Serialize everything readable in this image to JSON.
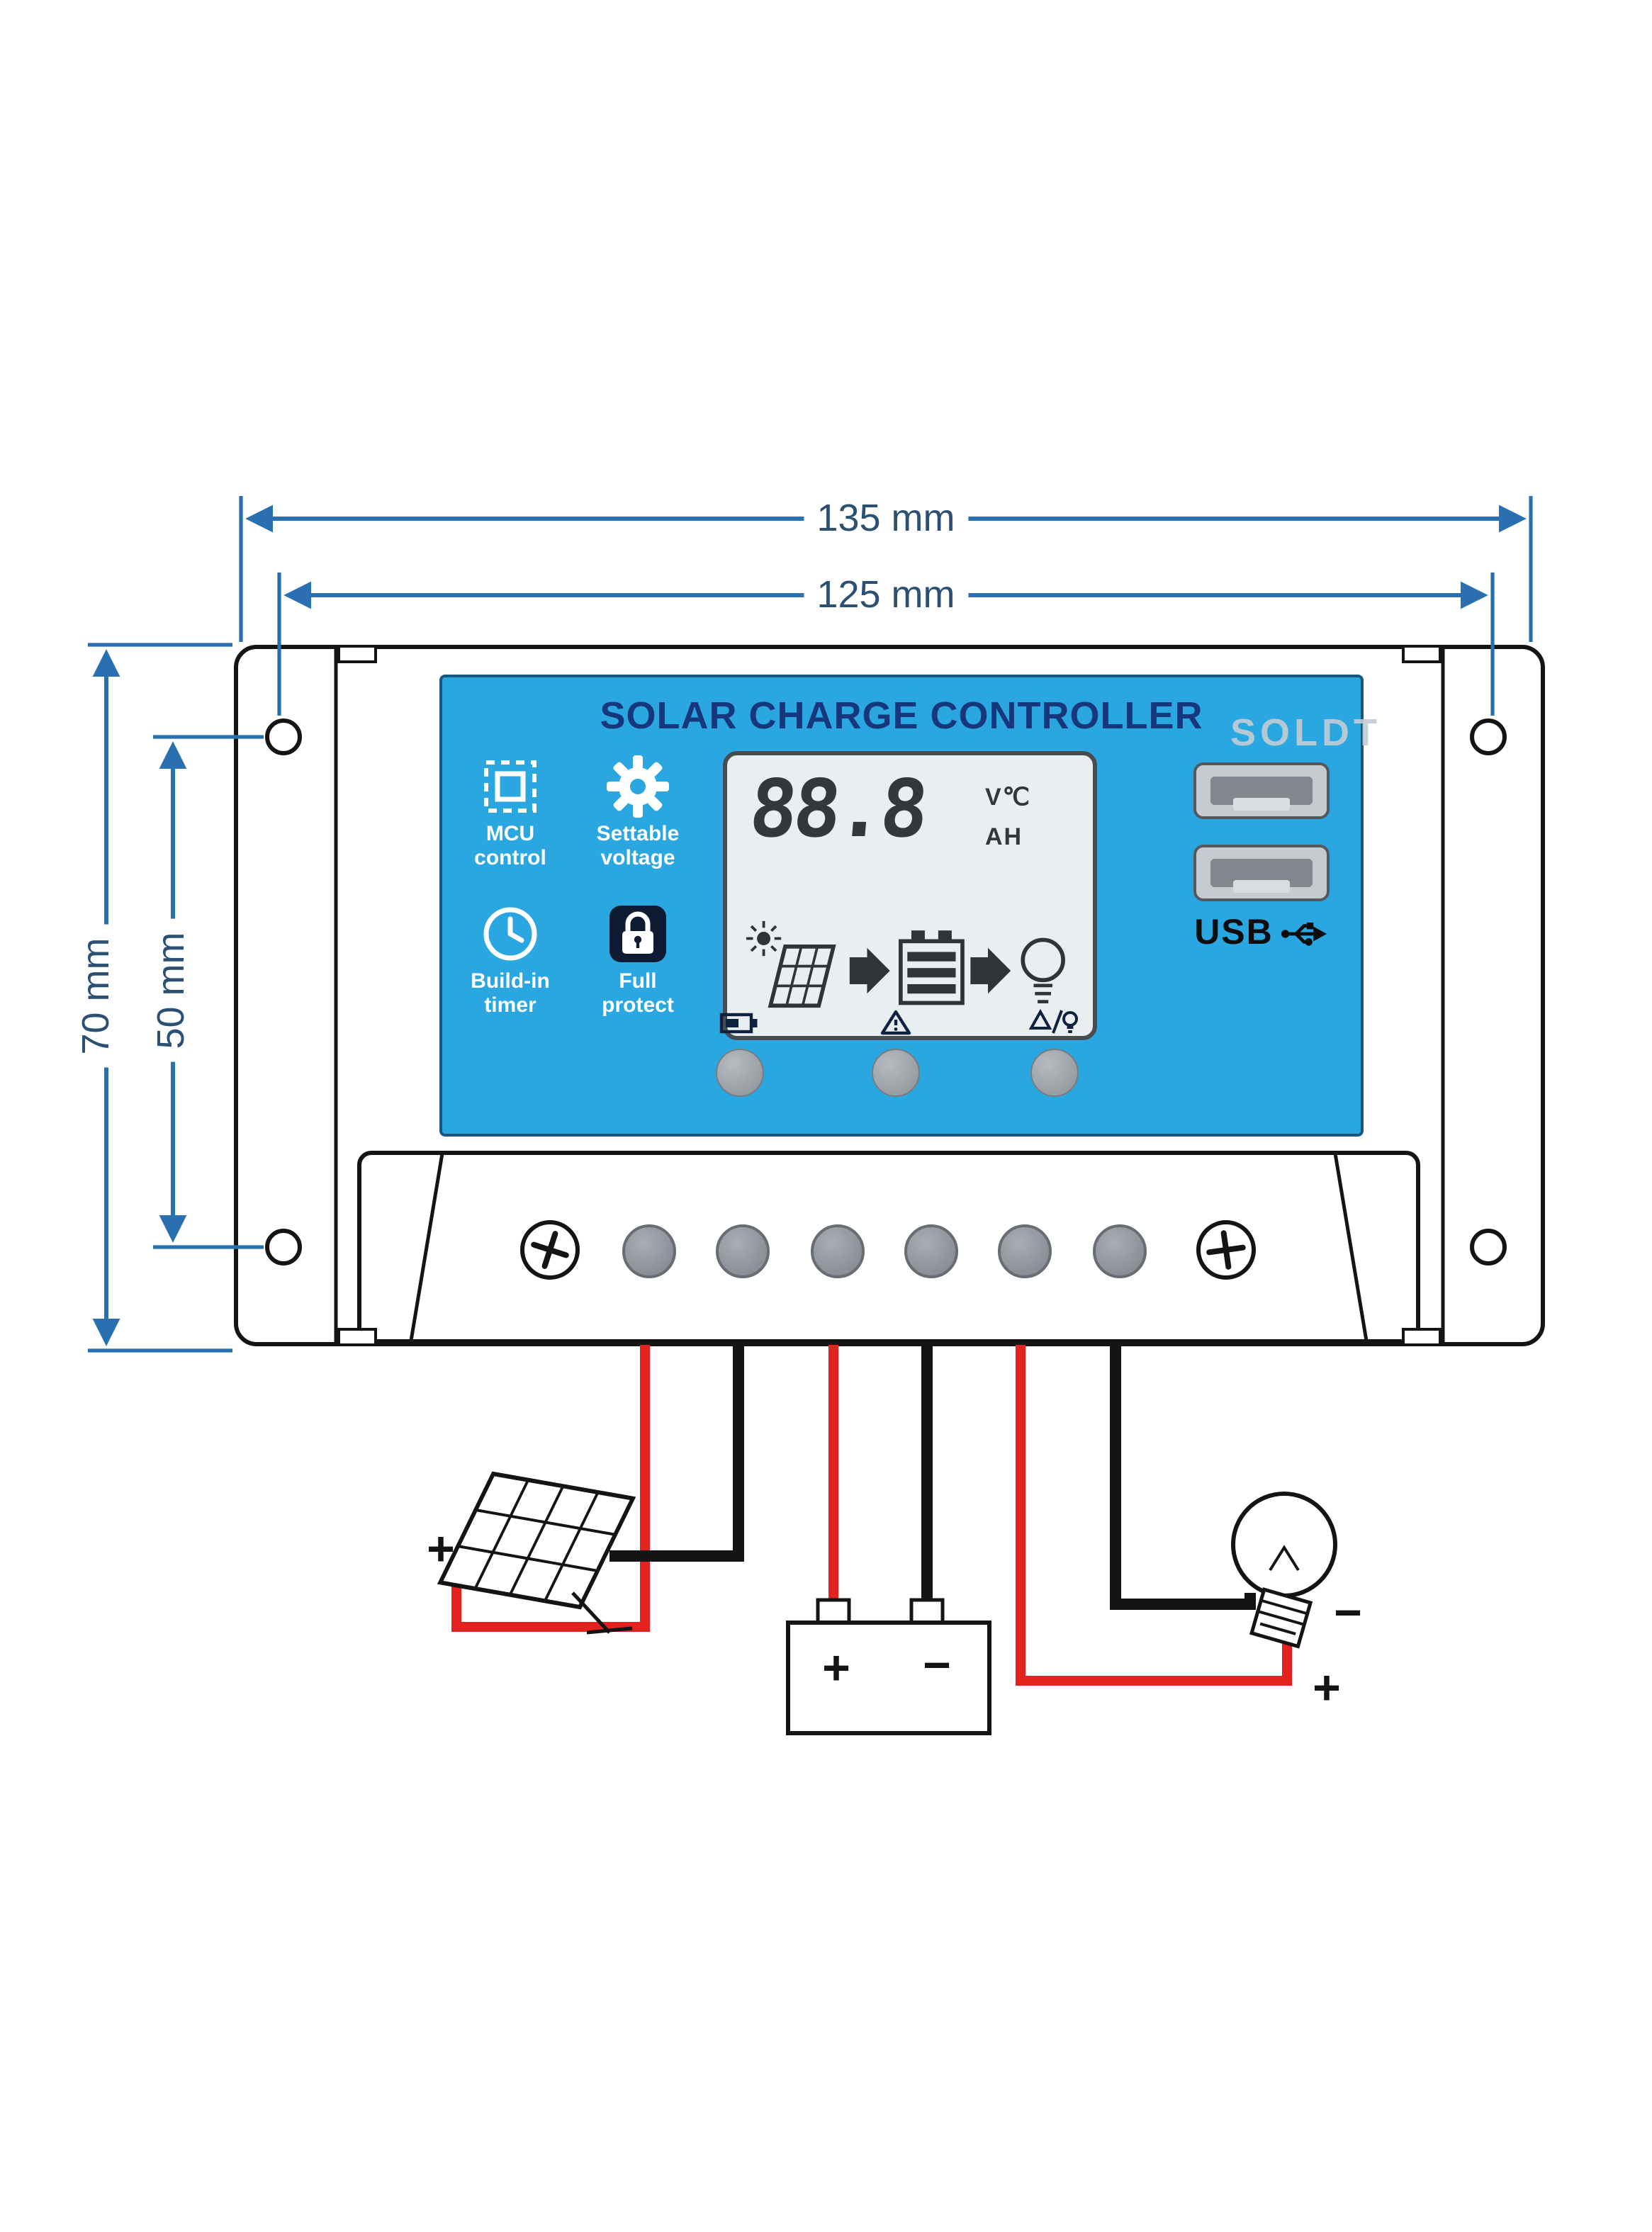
{
  "diagram": {
    "dimensions": {
      "outer_width": "135 mm",
      "inner_width": "125 mm",
      "outer_height": "70 mm",
      "inner_height": "50 mm"
    },
    "controller": {
      "title": "SOLAR CHARGE CONTROLLER",
      "features": [
        {
          "icon": "mcu-chip-icon",
          "label": "MCU control"
        },
        {
          "icon": "gear-icon",
          "label": "Settable voltage"
        },
        {
          "icon": "clock-icon",
          "label": "Build-in timer"
        },
        {
          "icon": "lock-icon",
          "label": "Full protect"
        }
      ],
      "lcd": {
        "reading": "88.8",
        "unit_top": "V℃",
        "unit_bottom": "AH",
        "flow_icons": [
          "sun-and-panel-icon",
          "arrow-right-icon",
          "battery-icon",
          "arrow-right-icon",
          "bulb-icon"
        ]
      },
      "indicator_icons": [
        "battery-indicator-icon",
        "warning-indicator-icon",
        "load-indicator-icon"
      ],
      "usb_label": "USB",
      "watermark": "SOLDT"
    },
    "wiring": {
      "solar_positive": "+",
      "battery_positive": "+",
      "battery_negative": "−",
      "load_negative": "−",
      "load_positive": "+"
    },
    "colors": {
      "panel_blue": "#2aa7e1",
      "title_navy": "#17377c",
      "dimension_blue": "#2a6faf",
      "wire_red": "#e42320",
      "wire_black": "#141414"
    }
  }
}
